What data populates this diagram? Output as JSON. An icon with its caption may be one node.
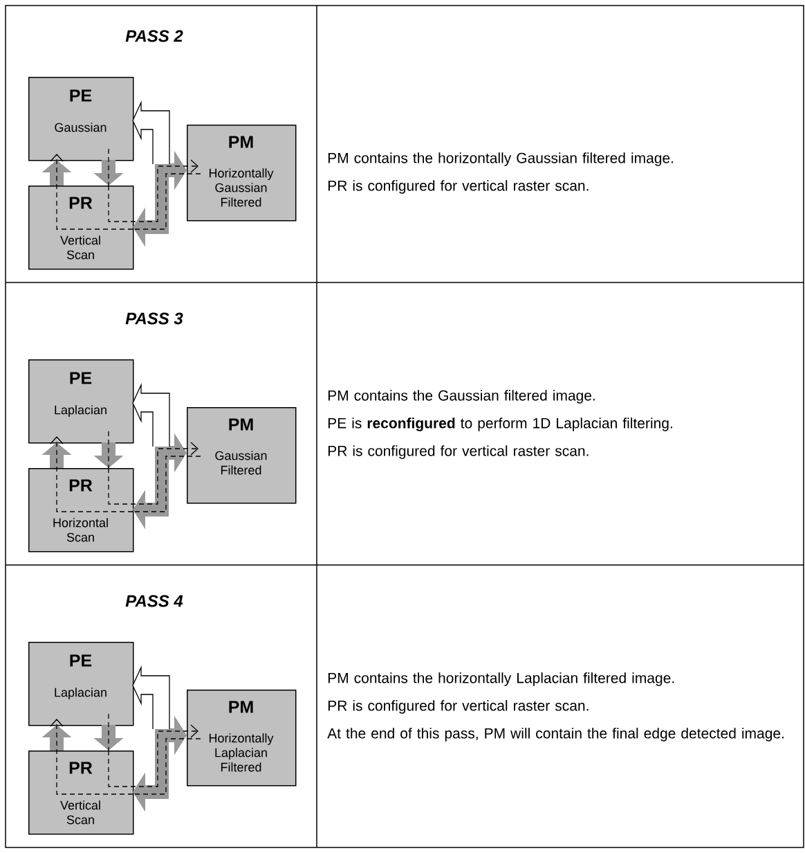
{
  "diagram": {
    "nodes": [
      {
        "text": [
          "PE",
          "Gaussian"
        ]
      },
      {
        "text": [
          "PR",
          "Vertical Scan"
        ]
      },
      {
        "text": [
          "PM",
          "Horizontally Gaussian Filtered"
        ]
      },
      {
        "text": [
          "PE",
          "Laplacian"
        ]
      },
      {
        "text": [
          "PR",
          "Horizontal Scan"
        ]
      },
      {
        "text": [
          "PM",
          "Gaussian Filtered"
        ]
      },
      {
        "text": [
          "PE",
          "Laplacian"
        ]
      },
      {
        "text": [
          "PR",
          "Vertical Scan"
        ]
      },
      {
        "text": [
          "PM",
          "Horizontally Laplacian Filtered"
        ]
      }
    ],
    "edges": [
      {
        "from": 1,
        "to": 0,
        "arrow": "to",
        "style": "thick",
        "color": "#999999"
      },
      {
        "from": 0,
        "to": 1,
        "arrow": "to",
        "style": "thick",
        "color": "#999999"
      },
      {
        "from": 1,
        "to": 2,
        "arrow": "both",
        "style": "thick",
        "color": "#999999"
      },
      {
        "from": 2,
        "to": 0,
        "arrow": "to"
      },
      {
        "from": 0,
        "to": 1,
        "arrow": "none",
        "style": "dashed"
      },
      {
        "from": 1,
        "to": 2,
        "arrow": "to",
        "style": "dashed"
      },
      {
        "from": 2,
        "to": 1,
        "arrow": "none",
        "style": "dashed"
      },
      {
        "from": 1,
        "to": 0,
        "arrow": "to",
        "style": "dashed"
      },
      {
        "from": 4,
        "to": 3,
        "arrow": "to",
        "style": "thick",
        "color": "#999999"
      },
      {
        "from": 3,
        "to": 4,
        "arrow": "to",
        "style": "thick",
        "color": "#999999"
      },
      {
        "from": 4,
        "to": 5,
        "arrow": "both",
        "style": "thick",
        "color": "#999999"
      },
      {
        "from": 5,
        "to": 3,
        "arrow": "to"
      },
      {
        "from": 3,
        "to": 4,
        "arrow": "none",
        "style": "dashed"
      },
      {
        "from": 4,
        "to": 5,
        "arrow": "to",
        "style": "dashed"
      },
      {
        "from": 5,
        "to": 4,
        "arrow": "none",
        "style": "dashed"
      },
      {
        "from": 4,
        "to": 3,
        "arrow": "to",
        "style": "dashed"
      },
      {
        "from": 7,
        "to": 6,
        "arrow": "to",
        "style": "thick",
        "color": "#999999"
      },
      {
        "from": 6,
        "to": 7,
        "arrow": "to",
        "style": "thick",
        "color": "#999999"
      },
      {
        "from": 7,
        "to": 8,
        "arrow": "both",
        "style": "thick",
        "color": "#999999"
      },
      {
        "from": 8,
        "to": 6,
        "arrow": "to"
      },
      {
        "from": 6,
        "to": 7,
        "arrow": "none",
        "style": "dashed"
      },
      {
        "from": 7,
        "to": 8,
        "arrow": "to",
        "style": "dashed"
      },
      {
        "from": 8,
        "to": 7,
        "arrow": "none",
        "style": "dashed"
      },
      {
        "from": 7,
        "to": 6,
        "arrow": "to",
        "style": "dashed"
      }
    ],
    "labels": [
      "PASS 2",
      "PM contains the horizontally Gaussian filtered image.",
      "PR is configured for vertical raster scan.",
      "PASS 3",
      "PM contains the Gaussian filtered image.",
      "PE is **reconfigured** to perform 1D Laplacian filtering.",
      "PR is configured for vertical raster scan.",
      "PASS 4",
      "PM contains the horizontally Laplacian filtered image.",
      "PR is configured for vertical raster scan.",
      "At the end of this pass, PM will contain the final edge detected image."
    ]
  }
}
